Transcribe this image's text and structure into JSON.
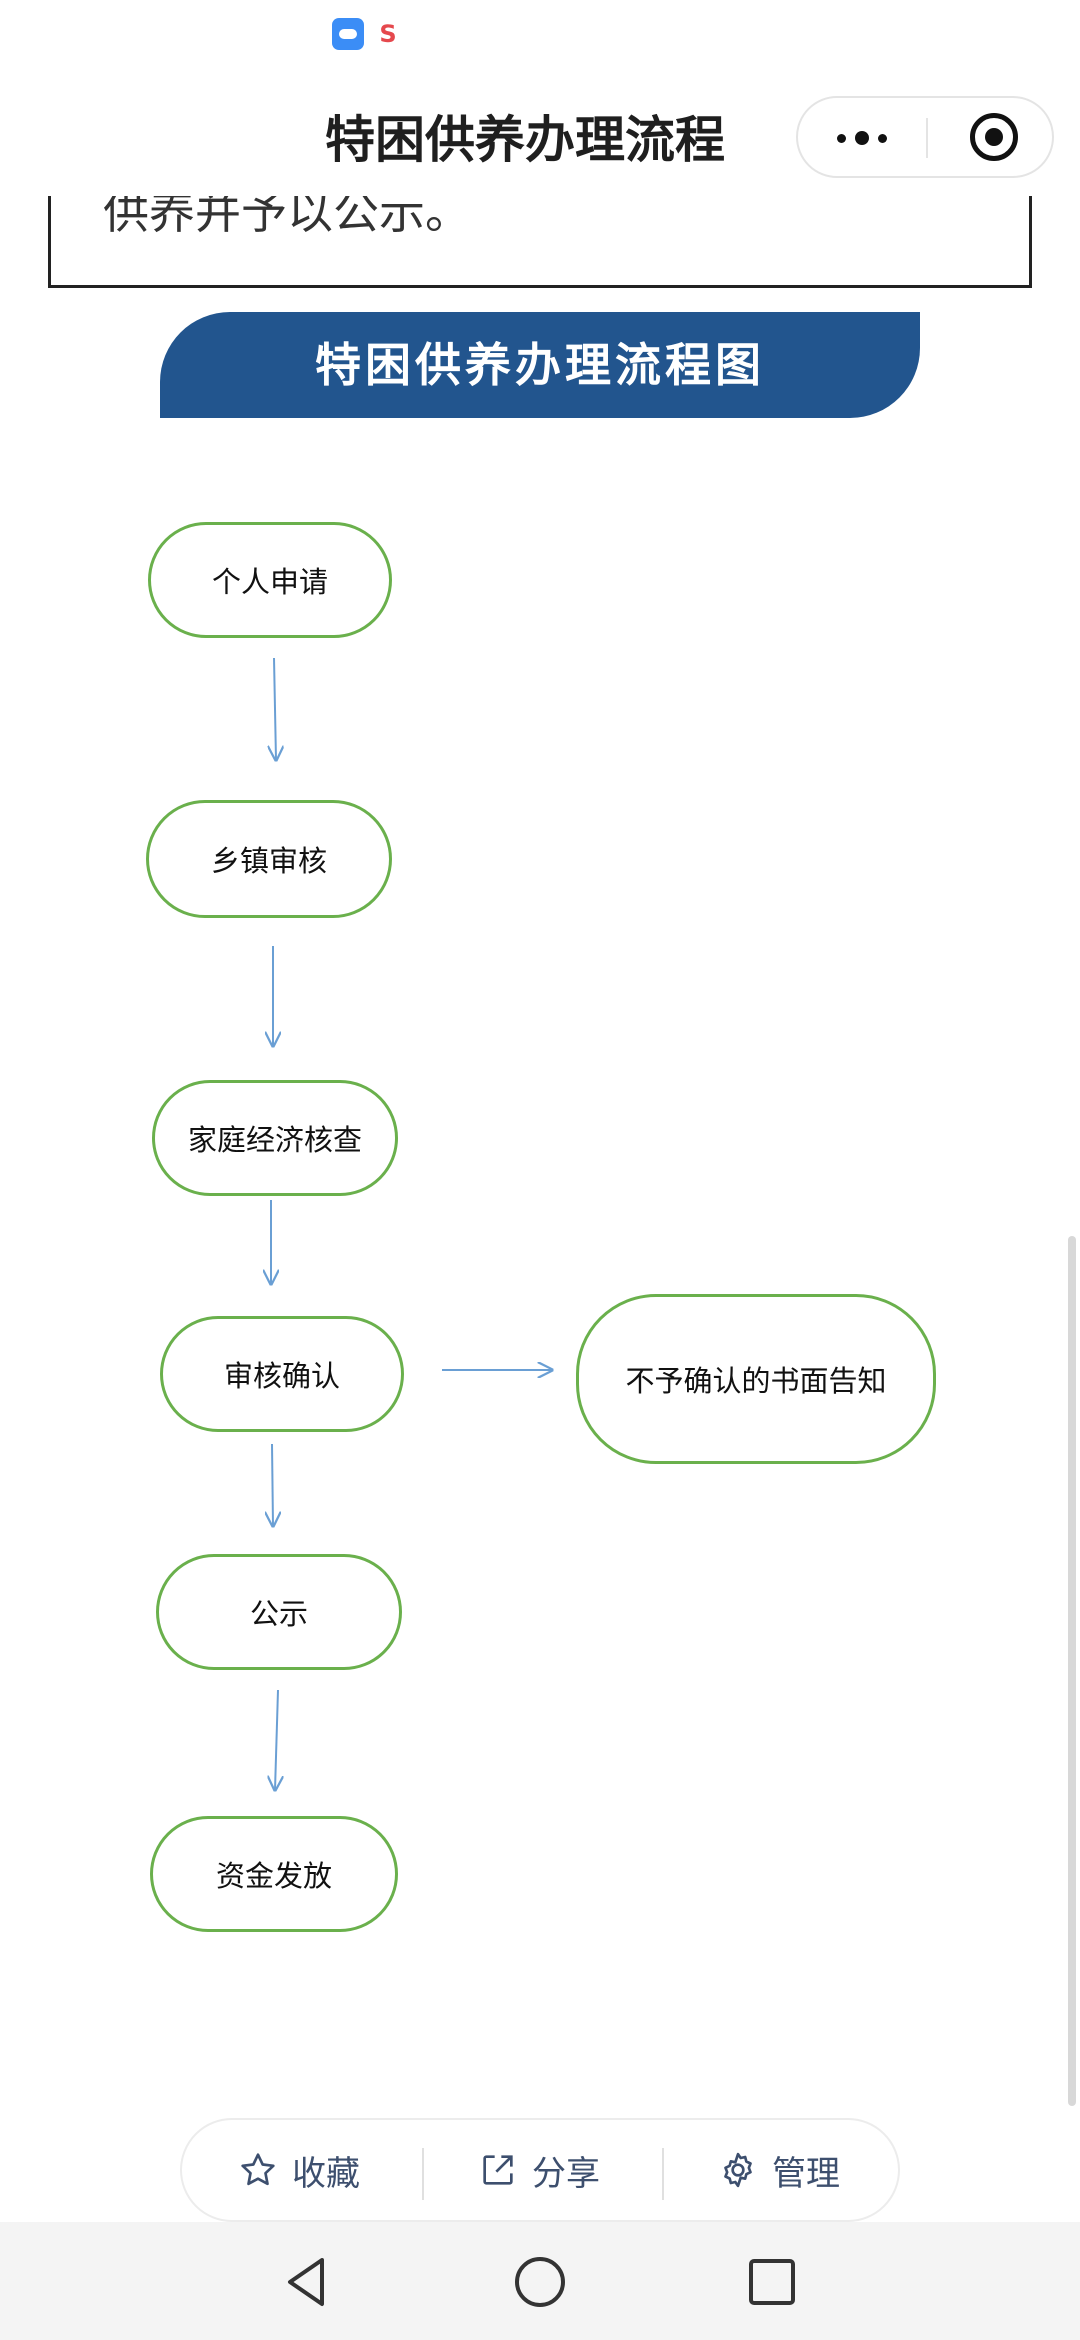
{
  "header": {
    "title": "特困供养办理流程"
  },
  "previous_card": {
    "text": "供养并予以公示。"
  },
  "section": {
    "banner": "特困供养办理流程图"
  },
  "flow": {
    "step1": "个人申请",
    "step2": "乡镇审核",
    "step3": "家庭经济核查",
    "step4": "审核确认",
    "branch": "不予确认的书面告知",
    "step5": "公示",
    "step6": "资金发放"
  },
  "bottom_bar": {
    "favorite": "收藏",
    "share": "分享",
    "manage": "管理"
  },
  "colors": {
    "banner": "#22558e",
    "node_border": "#6ab04c",
    "arrow": "#6a9fd4",
    "bottom_text": "#3d4f6e"
  },
  "icons": {
    "status": [
      "cloud-icon",
      "brand-logo-icon"
    ],
    "capsule": [
      "more-icon",
      "close-target-icon"
    ],
    "bottom": [
      "star-icon",
      "share-icon",
      "gear-icon"
    ],
    "nav": [
      "back-icon",
      "home-icon",
      "recent-apps-icon"
    ]
  }
}
